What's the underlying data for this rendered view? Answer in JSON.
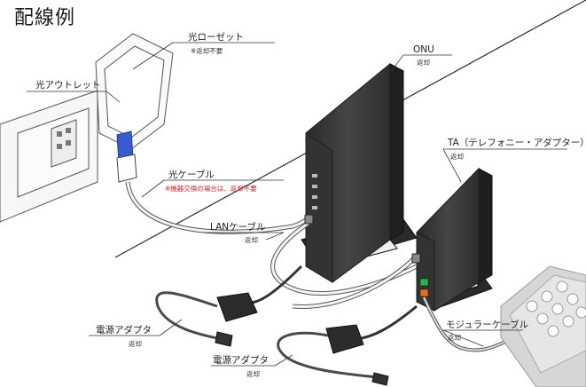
{
  "title": "配線例",
  "labels": {
    "hikari_rosetto": {
      "name": "光ローゼット",
      "note": "※返却不要"
    },
    "hikari_outlet": {
      "name": "光アウトレット"
    },
    "onu": {
      "name": "ONU",
      "note": "返却"
    },
    "ta": {
      "name": "TA（テレフォニー・アダプター）",
      "note": "返却"
    },
    "hikari_cable": {
      "name": "光ケーブル",
      "note": "※機器交換の場合は、返却不要"
    },
    "lan_cable": {
      "name": "LANケーブル",
      "note": "返却"
    },
    "power_adapter_1": {
      "name": "電源アダプタ",
      "note": "返却"
    },
    "power_adapter_2": {
      "name": "電源アダプタ",
      "note": "返却"
    },
    "modular_cable": {
      "name": "モジュラーケーブル",
      "note": "返却"
    }
  },
  "colors": {
    "device_body": "#3c3c3c",
    "device_edge": "#1e1e1e",
    "fiber_connector": "#3a5bd0",
    "cable_white": "#f4f4f4",
    "cable_dark": "#555555",
    "note_red": "#e02020",
    "port_green": "#2bb24a",
    "port_orange": "#e07020"
  }
}
